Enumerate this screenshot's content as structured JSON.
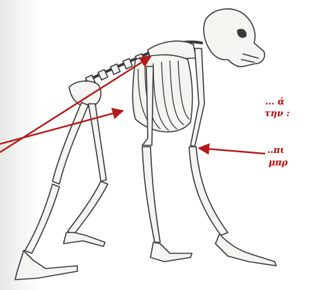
{
  "annotations": {
    "line1": "... ά",
    "line2": "την :",
    "line3": "..πι",
    "line4": "μπρ"
  },
  "colors": {
    "annotation": "#c00000",
    "arrow": "#b51a1a",
    "bone_stroke": "#3a3a3a",
    "bone_fill": "#f4f4f0"
  },
  "image": {
    "subject": "ape-skeleton-illustration"
  }
}
